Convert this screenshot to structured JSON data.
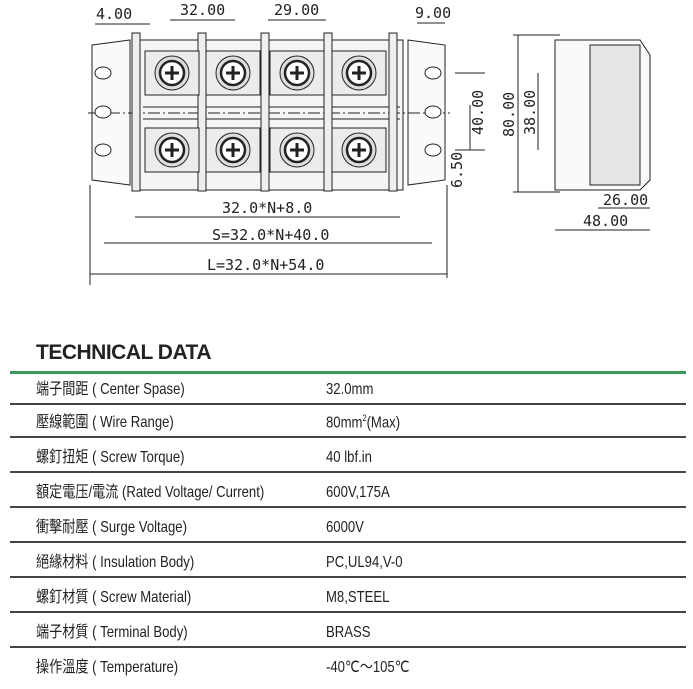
{
  "drawing": {
    "dims": {
      "d4": "4.00",
      "d32": "32.00",
      "d29": "29.00",
      "d9": "9.00",
      "d40": "40.00",
      "d650": "6.50",
      "f1": "32.0*N+8.0",
      "f2": "S=32.0*N+40.0",
      "f3": "L=32.0*N+54.0",
      "d80": "80.00",
      "d38": "38.00",
      "d26": "26.00",
      "d48": "48.00"
    }
  },
  "section_title": "TECHNICAL DATA",
  "accent_color": "#3a9a5c",
  "rows": [
    {
      "label": "端子間距 ( Center Spase)",
      "value": "32.0mm"
    },
    {
      "label": "壓線範圍 ( Wire Range)",
      "value": "80mm",
      "sup": "2",
      "suffix": "(Max)"
    },
    {
      "label": "螺釘扭矩 ( Screw Torque)",
      "value": "40 lbf.in"
    },
    {
      "label": "額定電压/電流 (Rated Voltage/ Current)",
      "value": "600V,175A"
    },
    {
      "label": "衝擊耐壓 ( Surge Voltage)",
      "value": "6000V"
    },
    {
      "label": "絕緣材料 ( Insulation Body)",
      "value": "PC,UL94,V-0"
    },
    {
      "label": "螺釘材質 ( Screw Material)",
      "value": "M8,STEEL"
    },
    {
      "label": "端子材質 ( Terminal Body)",
      "value": "BRASS"
    },
    {
      "label": "操作溫度 ( Temperature)",
      "value": "-40℃～105℃"
    }
  ]
}
